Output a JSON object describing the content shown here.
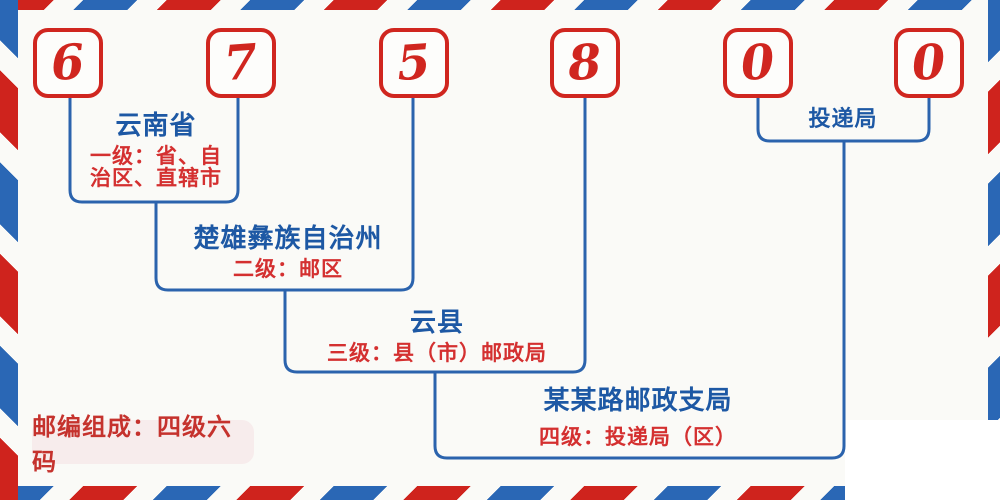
{
  "postal_code": {
    "digits": [
      "6",
      "7",
      "5",
      "8",
      "0",
      "0"
    ]
  },
  "annotations": {
    "level1": {
      "name": "云南省",
      "desc_lines": [
        "一级：省、自",
        "治区、直辖市"
      ]
    },
    "level2": {
      "name": "楚雄彝族自治州",
      "desc": "二级：邮区"
    },
    "level3": {
      "name": "云县",
      "desc": "三级：县（市）邮政局"
    },
    "level4": {
      "name": "某某路邮政支局",
      "desc": "四级：投递局（区）"
    },
    "delivery": {
      "name": "投递局"
    }
  },
  "badge": {
    "text": "邮编组成：四级六码"
  },
  "colors": {
    "stripe_red": "#cf231d",
    "stripe_blue": "#2a67b5",
    "digit_red": "#d0261f",
    "line_blue": "#2b63ad",
    "name_blue": "#1d58a4",
    "desc_red": "#d43030",
    "badge_bg": "#f7ecec",
    "background": "#fafaf7"
  }
}
